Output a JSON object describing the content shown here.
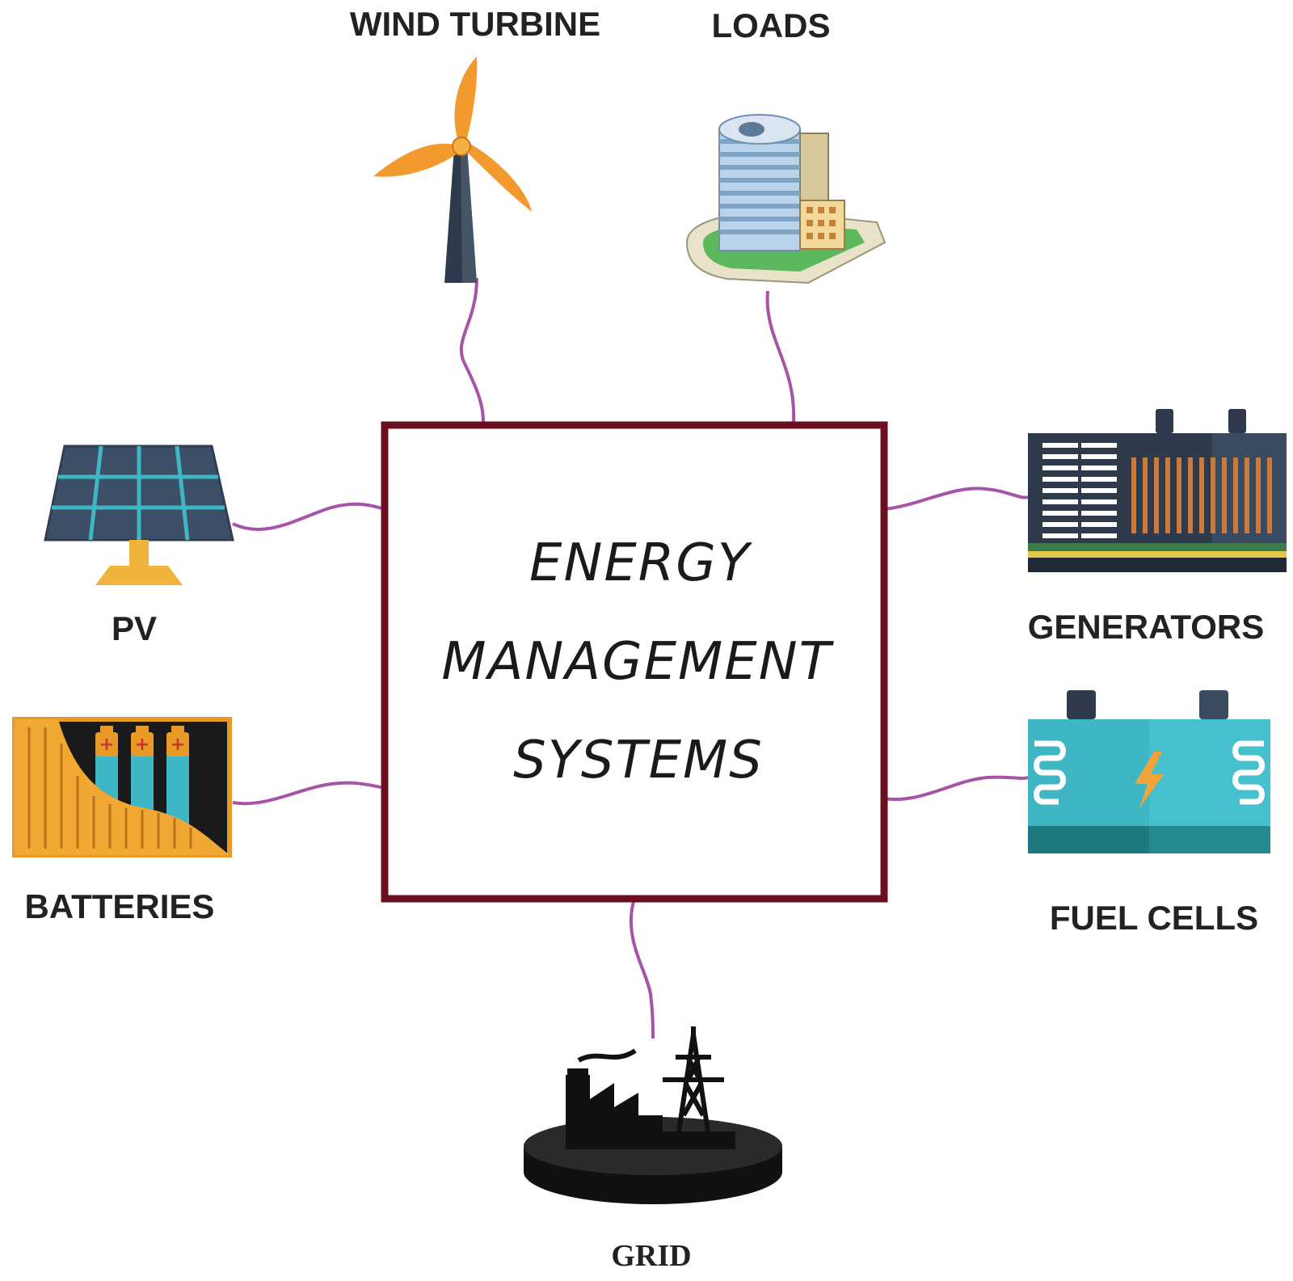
{
  "center": {
    "lines": [
      "ENERGY",
      "MANAGEMENT",
      "SYSTEMS"
    ],
    "border_color": "#6b0f1e"
  },
  "nodes": {
    "wind_turbine": {
      "label": "WIND TURBINE",
      "icon": "wind-turbine-icon"
    },
    "loads": {
      "label": "LOADS",
      "icon": "building-icon"
    },
    "pv": {
      "label": "PV",
      "icon": "solar-panel-icon"
    },
    "generators": {
      "label": "GENERATORS",
      "icon": "generator-icon"
    },
    "batteries": {
      "label": "BATTERIES",
      "icon": "battery-bank-icon"
    },
    "fuel_cells": {
      "label": "FUEL CELLS",
      "icon": "fuel-cell-icon"
    },
    "grid": {
      "label": "GRID",
      "icon": "power-plant-tower-icon"
    }
  },
  "colors": {
    "connector": "#a653a8",
    "turbine_blade": "#f29a2e",
    "panel": "#3d4f66",
    "panel_grid": "#3fb6c4",
    "fuel_cell": "#3fb6c4"
  }
}
